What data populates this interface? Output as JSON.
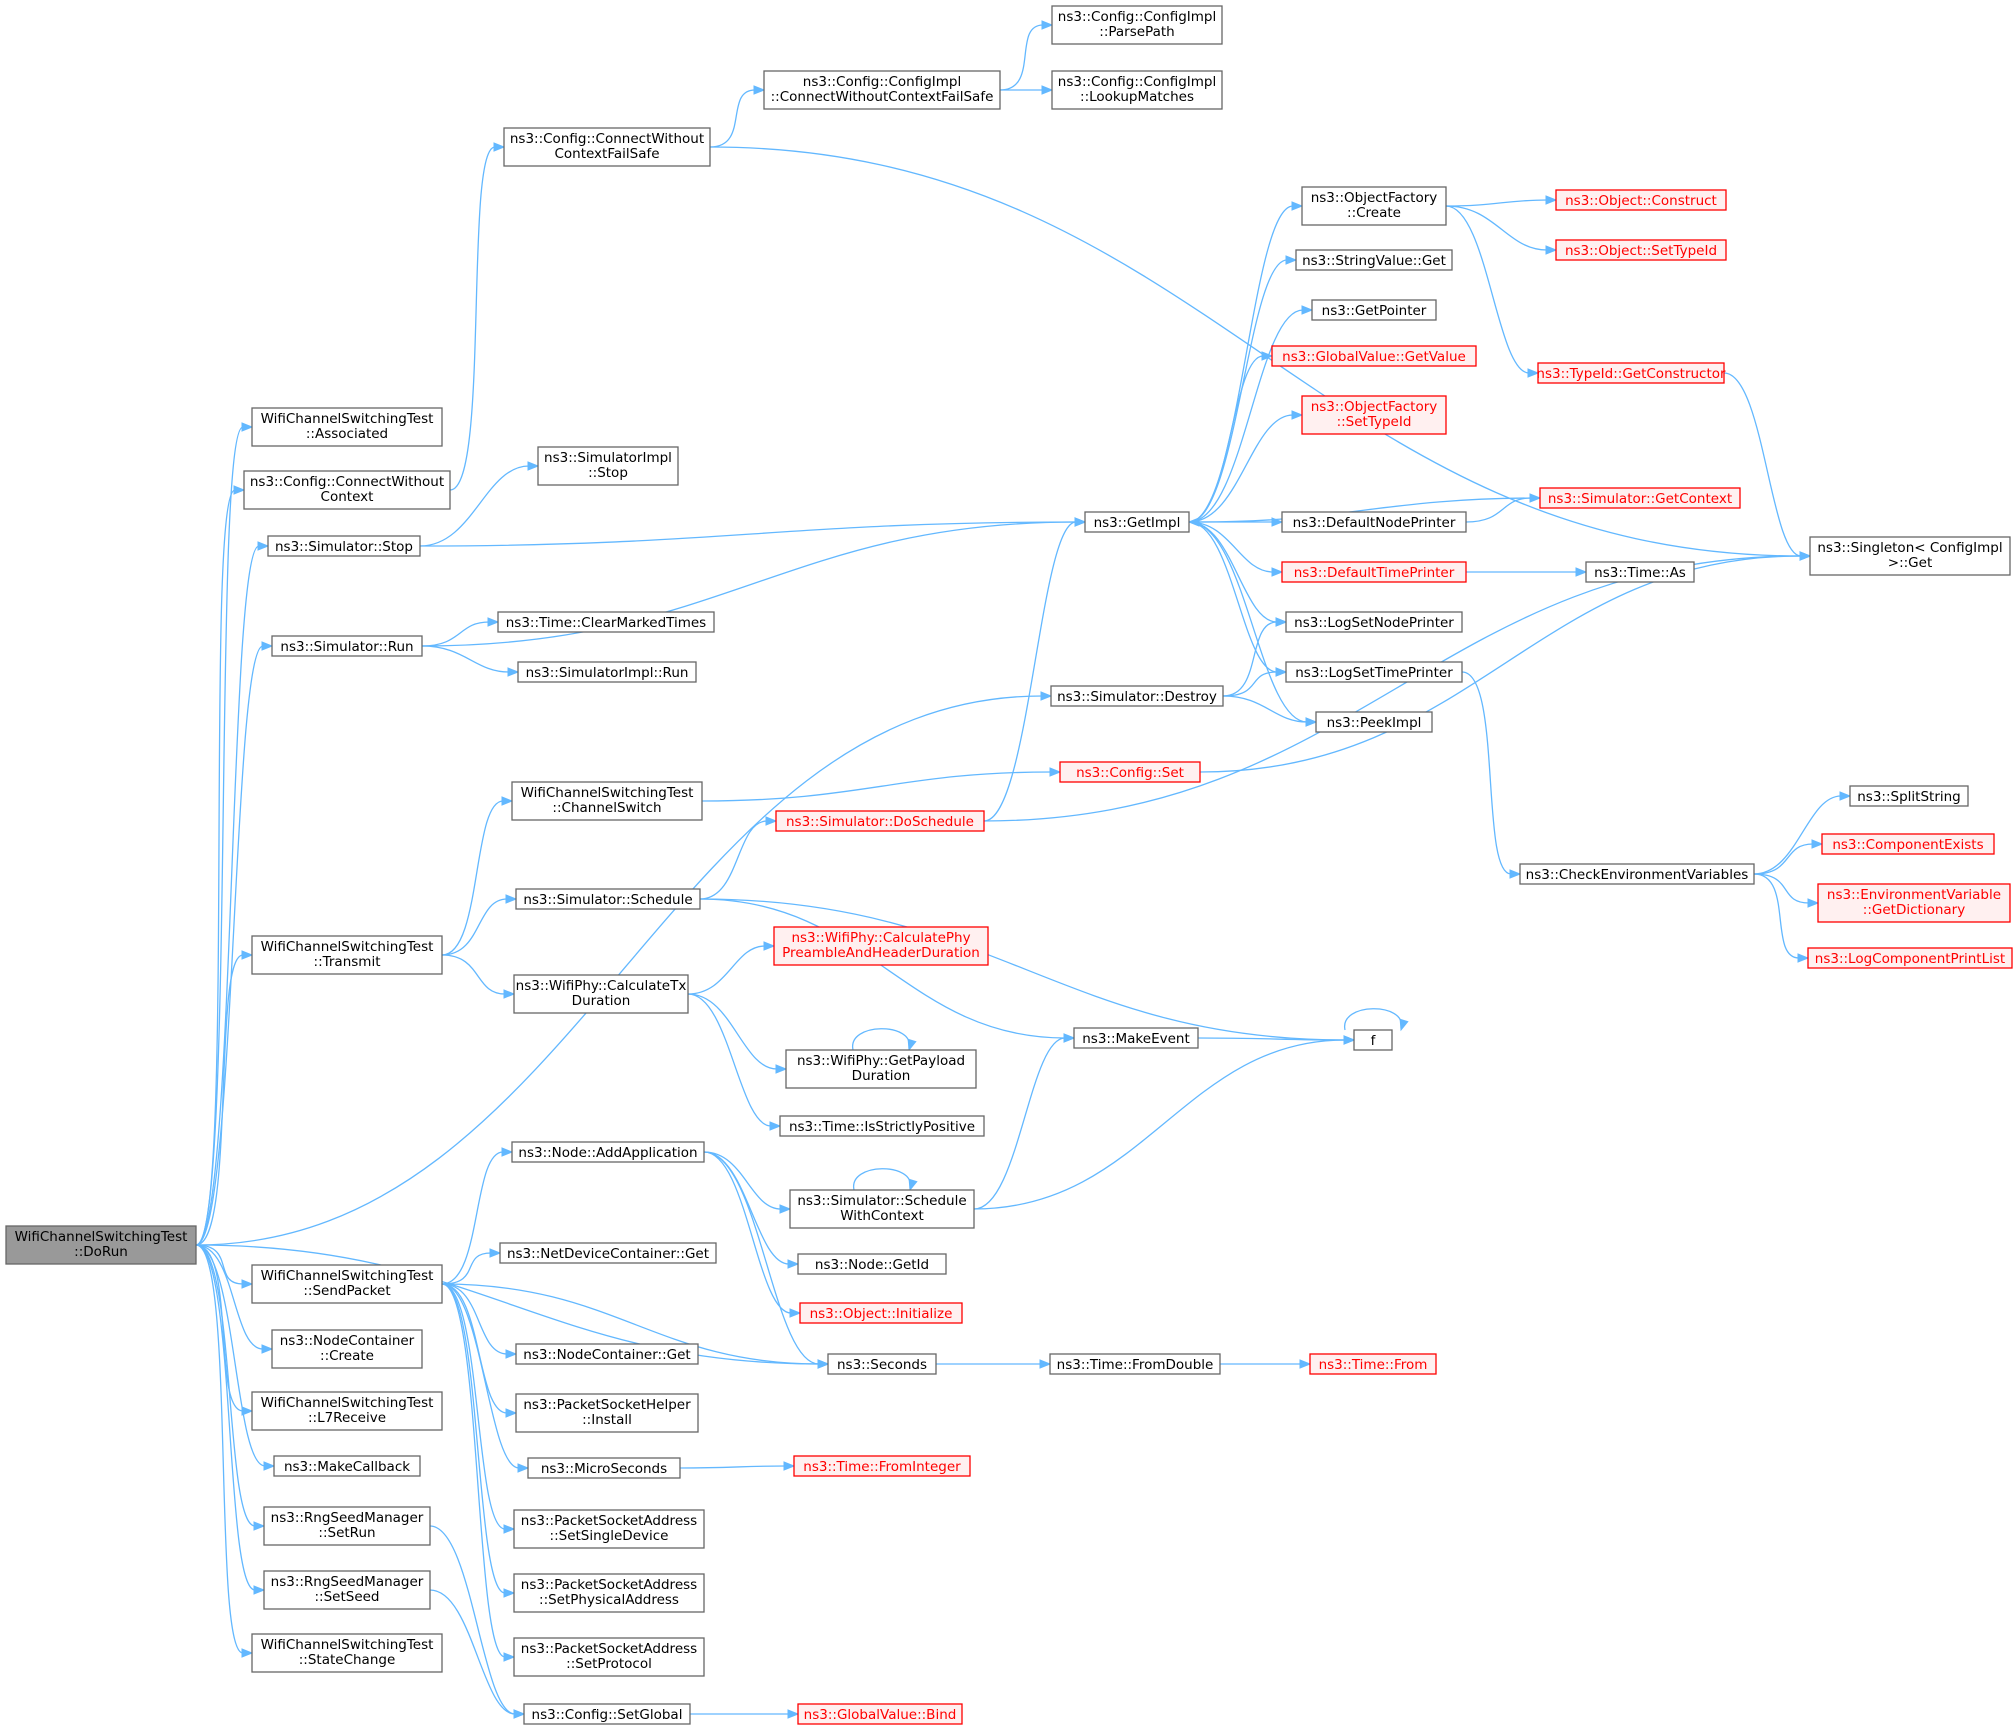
{
  "colors": {
    "edge": "#63b8ff",
    "node_border": "#666666",
    "node_fill": "#ffffff",
    "root_fill": "#999999",
    "root_border": "#666666",
    "missing_border": "#ff0000",
    "missing_fill": "#fff0f0",
    "missing_text": "#ff0000"
  },
  "nodes": [
    {
      "id": "dorun",
      "lines": [
        "WifiChannelSwitchingTest",
        "::DoRun"
      ],
      "style": "root"
    },
    {
      "id": "associated",
      "lines": [
        "WifiChannelSwitchingTest",
        "::Associated"
      ]
    },
    {
      "id": "connwoctx",
      "lines": [
        "ns3::Config::ConnectWithout",
        "Context"
      ]
    },
    {
      "id": "simstop",
      "lines": [
        "ns3::Simulator::Stop"
      ]
    },
    {
      "id": "simrun",
      "lines": [
        "ns3::Simulator::Run"
      ]
    },
    {
      "id": "transmit",
      "lines": [
        "WifiChannelSwitchingTest",
        "::Transmit"
      ]
    },
    {
      "id": "sendpacket",
      "lines": [
        "WifiChannelSwitchingTest",
        "::SendPacket"
      ]
    },
    {
      "id": "nccreate",
      "lines": [
        "ns3::NodeContainer",
        "::Create"
      ]
    },
    {
      "id": "l7receive",
      "lines": [
        "WifiChannelSwitchingTest",
        "::L7Receive"
      ]
    },
    {
      "id": "makecallback",
      "lines": [
        "ns3::MakeCallback"
      ]
    },
    {
      "id": "rngsetrun",
      "lines": [
        "ns3::RngSeedManager",
        "::SetRun"
      ]
    },
    {
      "id": "rngsetseed",
      "lines": [
        "ns3::RngSeedManager",
        "::SetSeed"
      ]
    },
    {
      "id": "statechange",
      "lines": [
        "WifiChannelSwitchingTest",
        "::StateChange"
      ]
    },
    {
      "id": "connwoctxfs",
      "lines": [
        "ns3::Config::ConnectWithout",
        "ContextFailSafe"
      ]
    },
    {
      "id": "simimplstop",
      "lines": [
        "ns3::SimulatorImpl",
        "::Stop"
      ]
    },
    {
      "id": "clearmarked",
      "lines": [
        "ns3::Time::ClearMarkedTimes"
      ]
    },
    {
      "id": "simimplrun",
      "lines": [
        "ns3::SimulatorImpl::Run"
      ]
    },
    {
      "id": "channelswitch",
      "lines": [
        "WifiChannelSwitchingTest",
        "::ChannelSwitch"
      ]
    },
    {
      "id": "schedule",
      "lines": [
        "ns3::Simulator::Schedule"
      ]
    },
    {
      "id": "calctx",
      "lines": [
        "ns3::WifiPhy::CalculateTx",
        "Duration"
      ]
    },
    {
      "id": "addapp",
      "lines": [
        "ns3::Node::AddApplication"
      ]
    },
    {
      "id": "ndcget",
      "lines": [
        "ns3::NetDeviceContainer::Get"
      ]
    },
    {
      "id": "ncget",
      "lines": [
        "ns3::NodeContainer::Get"
      ]
    },
    {
      "id": "pshinstall",
      "lines": [
        "ns3::PacketSocketHelper",
        "::Install"
      ]
    },
    {
      "id": "microseconds",
      "lines": [
        "ns3::MicroSeconds"
      ]
    },
    {
      "id": "psasingle",
      "lines": [
        "ns3::PacketSocketAddress",
        "::SetSingleDevice"
      ]
    },
    {
      "id": "psaphys",
      "lines": [
        "ns3::PacketSocketAddress",
        "::SetPhysicalAddress"
      ]
    },
    {
      "id": "psaproto",
      "lines": [
        "ns3::PacketSocketAddress",
        "::SetProtocol"
      ]
    },
    {
      "id": "setglobal",
      "lines": [
        "ns3::Config::SetGlobal"
      ]
    },
    {
      "id": "cicwcfs",
      "lines": [
        "ns3::Config::ConfigImpl",
        "::ConnectWithoutContextFailSafe"
      ]
    },
    {
      "id": "parsepath",
      "lines": [
        "ns3::Config::ConfigImpl",
        "::ParsePath"
      ]
    },
    {
      "id": "lookup",
      "lines": [
        "ns3::Config::ConfigImpl",
        "::LookupMatches"
      ]
    },
    {
      "id": "getimpl",
      "lines": [
        "ns3::GetImpl"
      ]
    },
    {
      "id": "simdestroy",
      "lines": [
        "ns3::Simulator::Destroy"
      ]
    },
    {
      "id": "configset",
      "lines": [
        "ns3::Config::Set"
      ],
      "style": "missing"
    },
    {
      "id": "doschedule",
      "lines": [
        "ns3::Simulator::DoSchedule"
      ],
      "style": "missing"
    },
    {
      "id": "calcphy",
      "lines": [
        "ns3::WifiPhy::CalculatePhy",
        "PreambleAndHeaderDuration"
      ],
      "style": "missing"
    },
    {
      "id": "getpayload",
      "lines": [
        "ns3::WifiPhy::GetPayload",
        "Duration"
      ]
    },
    {
      "id": "isstrict",
      "lines": [
        "ns3::Time::IsStrictlyPositive"
      ]
    },
    {
      "id": "schedctx",
      "lines": [
        "ns3::Simulator::Schedule",
        "WithContext"
      ]
    },
    {
      "id": "nodegetid",
      "lines": [
        "ns3::Node::GetId"
      ]
    },
    {
      "id": "objinit",
      "lines": [
        "ns3::Object::Initialize"
      ],
      "style": "missing"
    },
    {
      "id": "seconds",
      "lines": [
        "ns3::Seconds"
      ]
    },
    {
      "id": "timefromint",
      "lines": [
        "ns3::Time::FromInteger"
      ],
      "style": "missing"
    },
    {
      "id": "gvbind",
      "lines": [
        "ns3::GlobalValue::Bind"
      ],
      "style": "missing"
    },
    {
      "id": "makeevent",
      "lines": [
        "ns3::MakeEvent"
      ]
    },
    {
      "id": "timefromdouble",
      "lines": [
        "ns3::Time::FromDouble"
      ]
    },
    {
      "id": "timefrom",
      "lines": [
        "ns3::Time::From"
      ],
      "style": "missing"
    },
    {
      "id": "ofcreate",
      "lines": [
        "ns3::ObjectFactory",
        "::Create"
      ]
    },
    {
      "id": "svget",
      "lines": [
        "ns3::StringValue::Get"
      ]
    },
    {
      "id": "getpointer",
      "lines": [
        "ns3::GetPointer"
      ]
    },
    {
      "id": "gvgetvalue",
      "lines": [
        "ns3::GlobalValue::GetValue"
      ],
      "style": "missing"
    },
    {
      "id": "ofsettypeid",
      "lines": [
        "ns3::ObjectFactory",
        "::SetTypeId"
      ],
      "style": "missing"
    },
    {
      "id": "defnodeprinter",
      "lines": [
        "ns3::DefaultNodePrinter"
      ]
    },
    {
      "id": "deftimeprinter",
      "lines": [
        "ns3::DefaultTimePrinter"
      ],
      "style": "missing"
    },
    {
      "id": "logsetnode",
      "lines": [
        "ns3::LogSetNodePrinter"
      ]
    },
    {
      "id": "logsettime",
      "lines": [
        "ns3::LogSetTimePrinter"
      ]
    },
    {
      "id": "peekimpl",
      "lines": [
        "ns3::PeekImpl"
      ]
    },
    {
      "id": "fnode",
      "lines": [
        "f"
      ]
    },
    {
      "id": "objconstruct",
      "lines": [
        "ns3::Object::Construct"
      ],
      "style": "missing"
    },
    {
      "id": "objsettypeid",
      "lines": [
        "ns3::Object::SetTypeId"
      ],
      "style": "missing"
    },
    {
      "id": "getconstructor",
      "lines": [
        "ns3::TypeId::GetConstructor"
      ],
      "style": "missing"
    },
    {
      "id": "simgetcontext",
      "lines": [
        "ns3::Simulator::GetContext"
      ],
      "style": "missing"
    },
    {
      "id": "timeas",
      "lines": [
        "ns3::Time::As"
      ]
    },
    {
      "id": "checkenv",
      "lines": [
        "ns3::CheckEnvironmentVariables"
      ]
    },
    {
      "id": "singletonget",
      "lines": [
        "ns3::Singleton< ConfigImpl",
        " >::Get"
      ]
    },
    {
      "id": "splitstring",
      "lines": [
        "ns3::SplitString"
      ]
    },
    {
      "id": "compexists",
      "lines": [
        "ns3::ComponentExists"
      ],
      "style": "missing"
    },
    {
      "id": "envgetdict",
      "lines": [
        "ns3::EnvironmentVariable",
        "::GetDictionary"
      ],
      "style": "missing"
    },
    {
      "id": "logcompprint",
      "lines": [
        "ns3::LogComponentPrintList"
      ],
      "style": "missing"
    }
  ],
  "edges": [
    [
      "dorun",
      "associated"
    ],
    [
      "dorun",
      "connwoctx"
    ],
    [
      "dorun",
      "simstop"
    ],
    [
      "dorun",
      "simrun"
    ],
    [
      "dorun",
      "simdestroy"
    ],
    [
      "dorun",
      "transmit"
    ],
    [
      "dorun",
      "seconds"
    ],
    [
      "dorun",
      "sendpacket"
    ],
    [
      "dorun",
      "nccreate"
    ],
    [
      "dorun",
      "l7receive"
    ],
    [
      "dorun",
      "makecallback"
    ],
    [
      "dorun",
      "rngsetrun"
    ],
    [
      "dorun",
      "rngsetseed"
    ],
    [
      "dorun",
      "statechange"
    ],
    [
      "connwoctx",
      "connwoctxfs"
    ],
    [
      "connwoctxfs",
      "cicwcfs"
    ],
    [
      "connwoctxfs",
      "singletonget"
    ],
    [
      "cicwcfs",
      "parsepath"
    ],
    [
      "cicwcfs",
      "lookup"
    ],
    [
      "simstop",
      "simimplstop"
    ],
    [
      "simstop",
      "getimpl"
    ],
    [
      "simrun",
      "getimpl"
    ],
    [
      "simrun",
      "clearmarked"
    ],
    [
      "simrun",
      "simimplrun"
    ],
    [
      "transmit",
      "channelswitch"
    ],
    [
      "transmit",
      "schedule"
    ],
    [
      "transmit",
      "calctx"
    ],
    [
      "channelswitch",
      "configset"
    ],
    [
      "configset",
      "singletonget"
    ],
    [
      "schedule",
      "doschedule"
    ],
    [
      "schedule",
      "makeevent"
    ],
    [
      "schedule",
      "fnode"
    ],
    [
      "doschedule",
      "getimpl"
    ],
    [
      "doschedule",
      "singletonget"
    ],
    [
      "calctx",
      "calcphy"
    ],
    [
      "calctx",
      "getpayload"
    ],
    [
      "calctx",
      "isstrict"
    ],
    [
      "getpayload",
      "getpayload"
    ],
    [
      "sendpacket",
      "addapp"
    ],
    [
      "sendpacket",
      "ndcget"
    ],
    [
      "sendpacket",
      "seconds"
    ],
    [
      "sendpacket",
      "ncget"
    ],
    [
      "sendpacket",
      "pshinstall"
    ],
    [
      "sendpacket",
      "microseconds"
    ],
    [
      "sendpacket",
      "psasingle"
    ],
    [
      "sendpacket",
      "psaphys"
    ],
    [
      "sendpacket",
      "psaproto"
    ],
    [
      "addapp",
      "schedctx"
    ],
    [
      "addapp",
      "nodegetid"
    ],
    [
      "addapp",
      "objinit"
    ],
    [
      "addapp",
      "seconds"
    ],
    [
      "schedctx",
      "schedctx"
    ],
    [
      "schedctx",
      "makeevent"
    ],
    [
      "schedctx",
      "fnode"
    ],
    [
      "makeevent",
      "fnode"
    ],
    [
      "fnode",
      "fnode"
    ],
    [
      "seconds",
      "timefromdouble"
    ],
    [
      "timefromdouble",
      "timefrom"
    ],
    [
      "microseconds",
      "timefromint"
    ],
    [
      "rngsetrun",
      "setglobal"
    ],
    [
      "rngsetseed",
      "setglobal"
    ],
    [
      "setglobal",
      "gvbind"
    ],
    [
      "simdestroy",
      "logsetnode"
    ],
    [
      "simdestroy",
      "logsettime"
    ],
    [
      "simdestroy",
      "peekimpl"
    ],
    [
      "getimpl",
      "ofcreate"
    ],
    [
      "getimpl",
      "svget"
    ],
    [
      "getimpl",
      "getpointer"
    ],
    [
      "getimpl",
      "gvgetvalue"
    ],
    [
      "getimpl",
      "ofsettypeid"
    ],
    [
      "getimpl",
      "defnodeprinter"
    ],
    [
      "getimpl",
      "deftimeprinter"
    ],
    [
      "getimpl",
      "logsetnode"
    ],
    [
      "getimpl",
      "logsettime"
    ],
    [
      "getimpl",
      "peekimpl"
    ],
    [
      "ofcreate",
      "objconstruct"
    ],
    [
      "ofcreate",
      "objsettypeid"
    ],
    [
      "ofcreate",
      "getconstructor"
    ],
    [
      "getconstructor",
      "singletonget"
    ],
    [
      "defnodeprinter",
      "simgetcontext"
    ],
    [
      "simgetcontext",
      "getimpl"
    ],
    [
      "deftimeprinter",
      "timeas"
    ],
    [
      "logsettime",
      "checkenv"
    ],
    [
      "checkenv",
      "splitstring"
    ],
    [
      "checkenv",
      "compexists"
    ],
    [
      "checkenv",
      "envgetdict"
    ],
    [
      "checkenv",
      "logcompprint"
    ]
  ]
}
